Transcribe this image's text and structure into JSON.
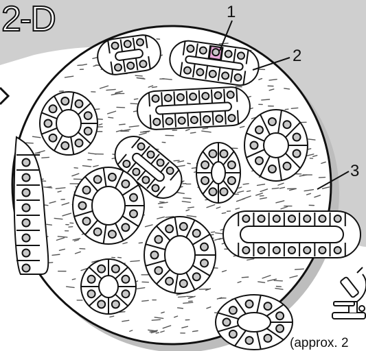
{
  "figure_title": "2-D",
  "labels": [
    {
      "id": "1",
      "text": "1"
    },
    {
      "id": "2",
      "text": "2"
    },
    {
      "id": "3",
      "text": "3"
    }
  ],
  "caption": "(approx. 2",
  "colors": {
    "background_band": "#cfcfcf",
    "highlight_cell": "#e8a9d9",
    "line": "#111111",
    "nucleus": "#c8c8c8"
  },
  "icons": [
    "microscope-icon"
  ]
}
